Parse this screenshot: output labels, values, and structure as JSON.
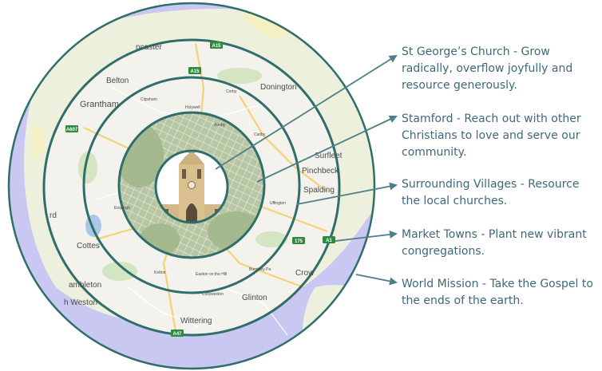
{
  "colors": {
    "ring_stroke": "#2f6e6a",
    "pointer": "#4e7f86",
    "label_text": "#3f6878",
    "ocean": "#c9c8f2",
    "land": "#eef0de",
    "map_inner": "#f4f2ec",
    "aerial": "#aebf99"
  },
  "levels": [
    {
      "text": "St George’s Church - Grow radically, overflow joyfully and resource generously."
    },
    {
      "text": "Stamford - Reach out with other Christians to love and serve our community."
    },
    {
      "text": "Surrounding Villages - Resource the local churches."
    },
    {
      "text": "Market Towns - Plant new vibrant congregations."
    },
    {
      "text": "World Mission - Take the Gospel to the ends of the earth."
    }
  ],
  "map": {
    "place_names": [
      "ncaster",
      "Belton",
      "Grantham",
      "Donington",
      "Spalding",
      "Pinchbeck",
      "Surfleet",
      "Crow",
      "Glinton",
      "Wittering",
      "amblеton",
      "h Weston",
      "Cottes",
      "rd",
      "Clipsham",
      "Holywell",
      "Aunby",
      "Corby",
      "Carlby",
      "Empingh",
      "Ketton",
      "Easton on the Hill",
      "Burghley Pa",
      "Collyweston",
      "Uffington"
    ],
    "road_badges": [
      "A15",
      "A607",
      "A15",
      "A47",
      "175",
      "A1"
    ]
  },
  "center_icon": "church-tower-icon"
}
